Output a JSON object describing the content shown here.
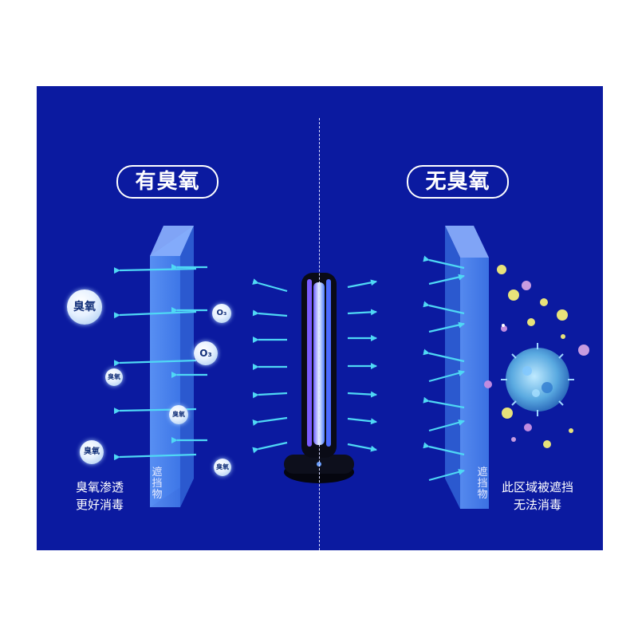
{
  "left": {
    "title": "有臭氧",
    "caption_lines": [
      "臭氧渗透",
      "更好消毒"
    ],
    "barrier_label": [
      "遮",
      "挡",
      "物"
    ],
    "ozone_bubbles": [
      {
        "text": "臭氧"
      },
      {
        "text": "O₃"
      },
      {
        "text": "O₃"
      },
      {
        "text": "臭氧"
      },
      {
        "text": "臭氧"
      },
      {
        "text": "臭氧"
      },
      {
        "text": "臭氧"
      }
    ]
  },
  "right": {
    "title": "无臭氧",
    "caption_lines": [
      "此区域被遮挡",
      "无法消毒"
    ],
    "barrier_label": [
      "遮",
      "挡",
      "物"
    ]
  },
  "colors": {
    "background": "#0b1aa0",
    "arrow": "#4fd8f5",
    "barrier": "#4a86f2",
    "text": "#ffffff"
  },
  "icons": [
    "uv-lamp-icon",
    "virus-icon",
    "ozone-bubble-icon",
    "arrow-icon"
  ]
}
